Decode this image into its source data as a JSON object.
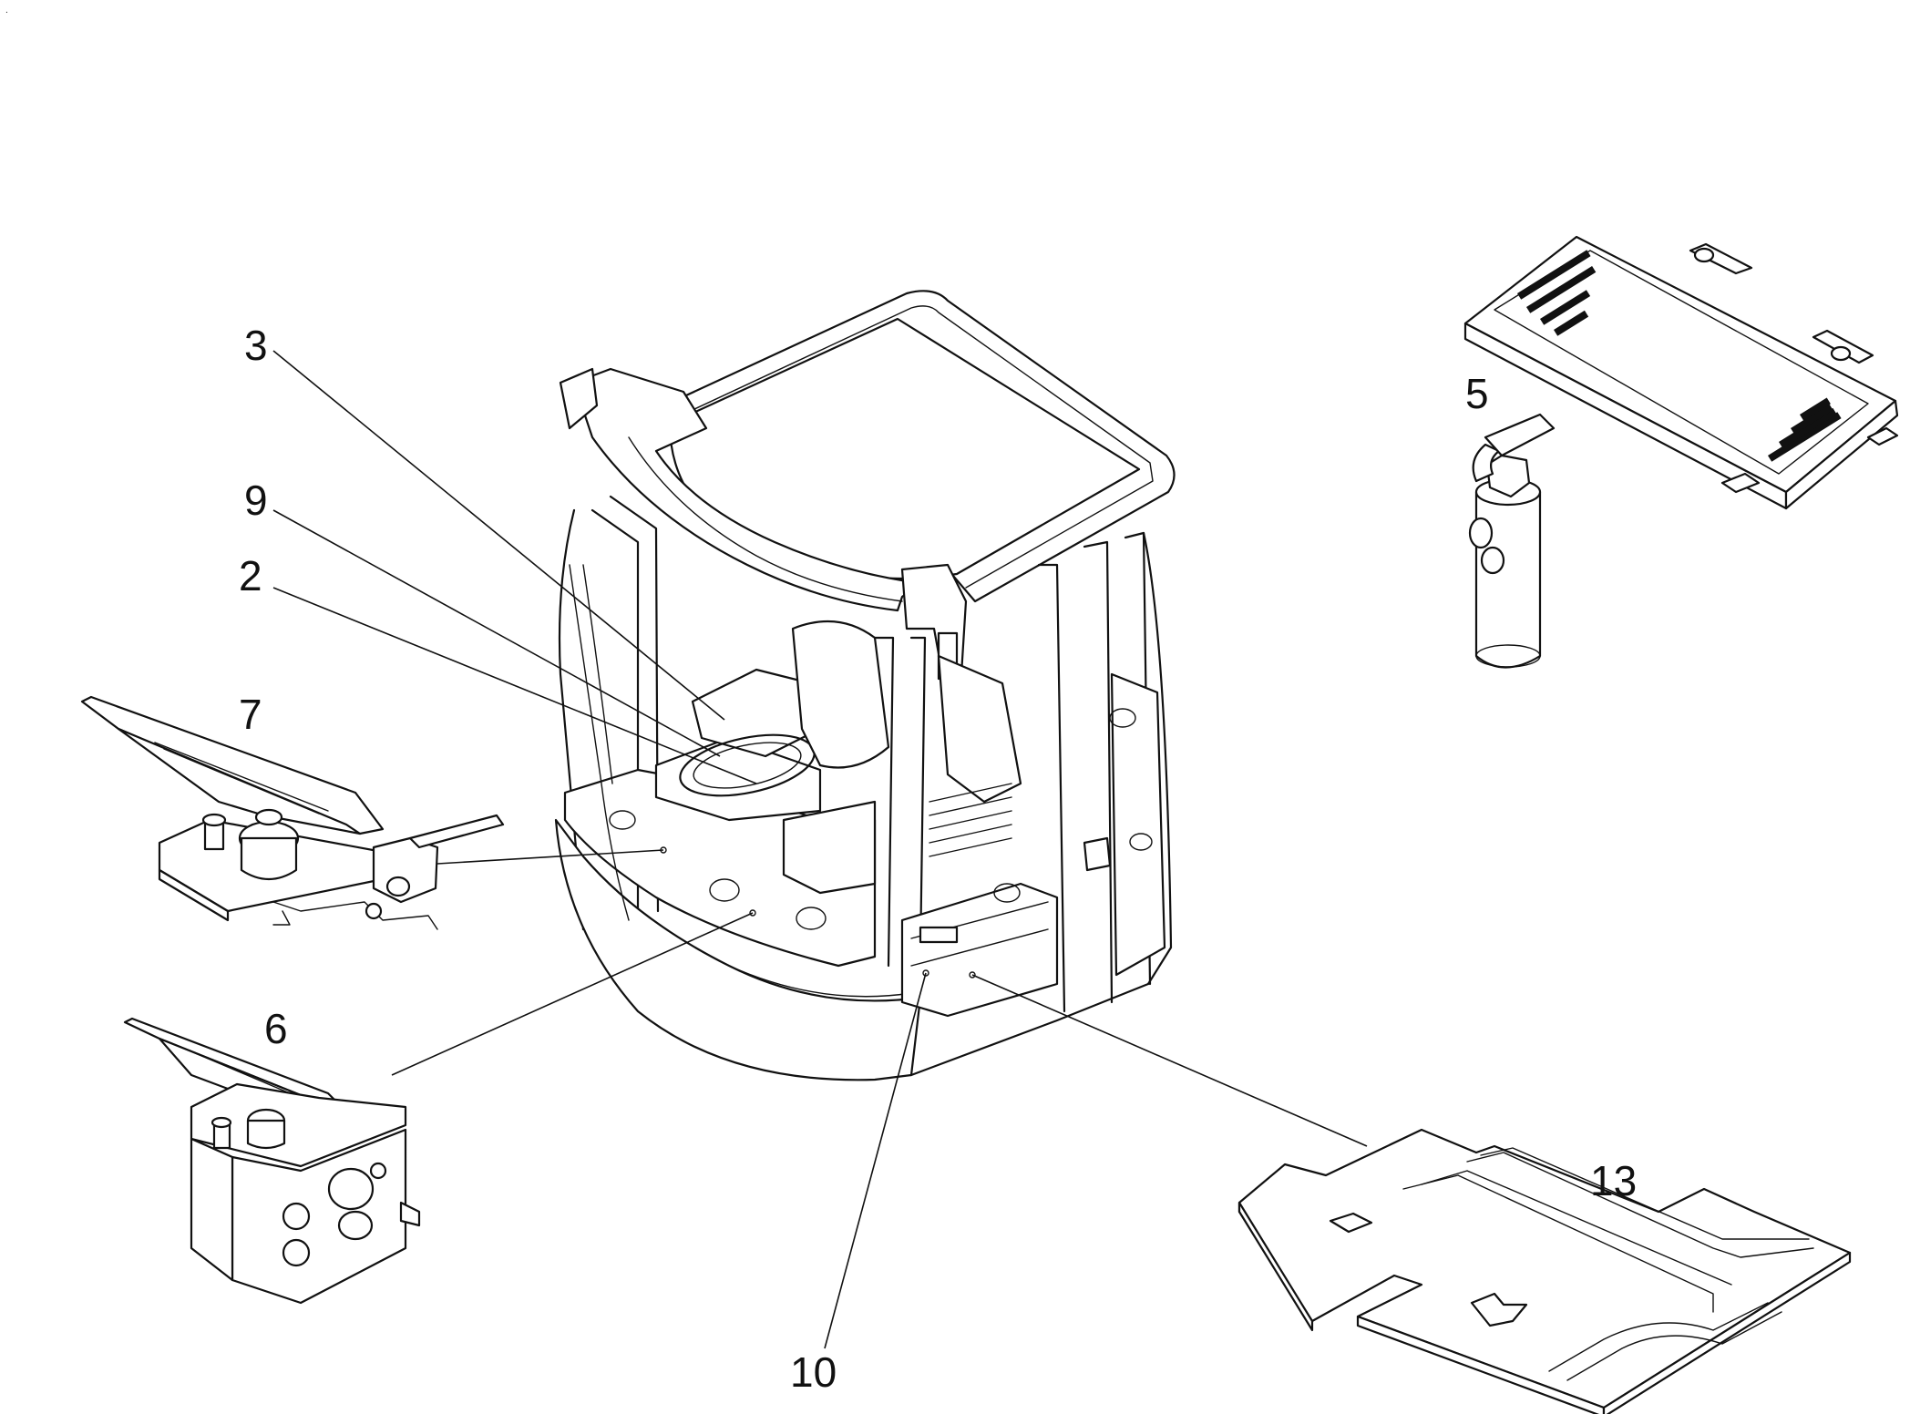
{
  "corner_mark": ".",
  "callouts": {
    "c3": "3",
    "c9": "9",
    "c2": "2",
    "c7": "7",
    "c6": "6",
    "c5": "5",
    "c13": "13",
    "c10": "10"
  }
}
